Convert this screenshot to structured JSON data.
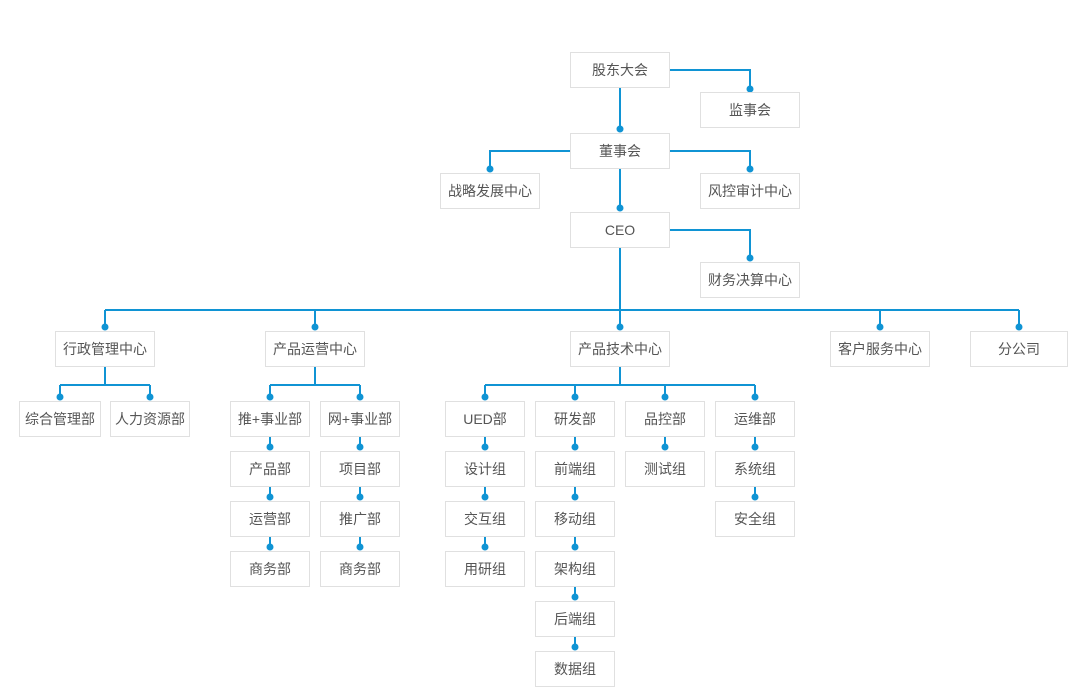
{
  "colors": {
    "connector": "#1094d4",
    "node_border": "#e0e0e0",
    "node_text": "#555555",
    "background": "#ffffff"
  },
  "nodes": {
    "shareholders_meeting": "股东大会",
    "supervisory_board": "监事会",
    "board_of_directors": "董事会",
    "strategy_development_center": "战略发展中心",
    "risk_audit_center": "风控审计中心",
    "ceo": "CEO",
    "financial_settlement_center": "财务决算中心",
    "admin_management_center": "行政管理中心",
    "product_operation_center": "产品运营中心",
    "product_technology_center": "产品技术中心",
    "customer_service_center": "客户服务中心",
    "branch_company": "分公司",
    "general_management_dept": "综合管理部",
    "hr_dept": "人力资源部",
    "tui_business_dept": "推+事业部",
    "wang_business_dept": "网+事业部",
    "product_dept": "产品部",
    "operation_dept": "运营部",
    "business_dept_1": "商务部",
    "project_dept": "项目部",
    "promotion_dept": "推广部",
    "business_dept_2": "商务部",
    "ued_dept": "UED部",
    "design_team": "设计组",
    "interaction_team": "交互组",
    "user_research_team": "用研组",
    "rd_dept": "研发部",
    "frontend_team": "前端组",
    "mobile_team": "移动组",
    "architecture_team": "架构组",
    "backend_team": "后端组",
    "data_team": "数据组",
    "qc_dept": "品控部",
    "testing_team": "测试组",
    "ops_dept": "运维部",
    "system_team": "系统组",
    "security_team": "安全组"
  },
  "structure": {
    "shareholders_meeting": [
      "supervisory_board",
      "board_of_directors"
    ],
    "board_of_directors": [
      "strategy_development_center",
      "risk_audit_center",
      "ceo"
    ],
    "ceo": [
      "financial_settlement_center",
      "admin_management_center",
      "product_operation_center",
      "product_technology_center",
      "customer_service_center",
      "branch_company"
    ],
    "admin_management_center": [
      "general_management_dept",
      "hr_dept"
    ],
    "product_operation_center": [
      "tui_business_dept",
      "wang_business_dept"
    ],
    "tui_business_dept": [
      "product_dept"
    ],
    "product_dept": [
      "operation_dept"
    ],
    "operation_dept": [
      "business_dept_1"
    ],
    "wang_business_dept": [
      "project_dept"
    ],
    "project_dept": [
      "promotion_dept"
    ],
    "promotion_dept": [
      "business_dept_2"
    ],
    "product_technology_center": [
      "ued_dept",
      "rd_dept",
      "qc_dept",
      "ops_dept"
    ],
    "ued_dept": [
      "design_team"
    ],
    "design_team": [
      "interaction_team"
    ],
    "interaction_team": [
      "user_research_team"
    ],
    "rd_dept": [
      "frontend_team"
    ],
    "frontend_team": [
      "mobile_team"
    ],
    "mobile_team": [
      "architecture_team"
    ],
    "architecture_team": [
      "backend_team"
    ],
    "backend_team": [
      "data_team"
    ],
    "qc_dept": [
      "testing_team"
    ],
    "ops_dept": [
      "system_team"
    ],
    "system_team": [
      "security_team"
    ]
  }
}
